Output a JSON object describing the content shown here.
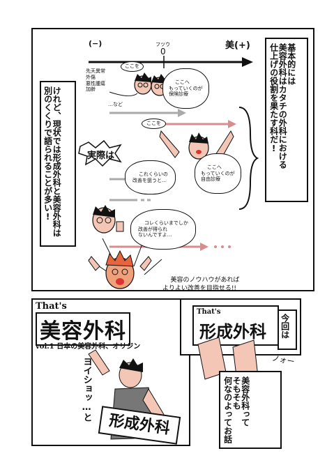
{
  "panel1": {
    "axis": {
      "minus": "(−)",
      "zero_label": "フツウ",
      "zero": "0",
      "plus": "美(+)"
    },
    "conditions": [
      "先天異常",
      "外傷",
      "悪性腫瘍",
      "加齢"
    ],
    "conditions_more": "…など",
    "faces_bubble": "ここを",
    "treatment_bubble": "ここへ\nもっていくのが\n保険診療",
    "here_bubble": "ここを",
    "free_bubble": "ここへ\nもっていくのが\n自由診療",
    "jissai": "実際は",
    "improve_bubble": "これくらいの\n改善を狙うと…",
    "limit_bubble": "コレくらいまでしか\n改善が得られ\nないんですよ…",
    "bottom_speech": "美容のノウハウがあれば\nよりよい改善を目指せる!!",
    "caption_right": "基本的には\n美容外科はカタチの外科における\n仕上げの役割を果たす科だ!",
    "caption_left": "けれど、現状では形成外科と美容外科は\n別のくくりで語られることが多い!"
  },
  "panel2": {
    "title_small": "That's",
    "title": "美容外科",
    "subtitle": "vol.1 日本の美容外科、オリジン",
    "sfx": "ヨイショッ…と",
    "sign_text": "形成外科"
  },
  "panel3": {
    "sign_small": "That's",
    "sign_text": "形成外科",
    "konkai": "今回は",
    "caption": "美容外科って\nそもそも\n何なのよってお話",
    "sfx": "ノォー"
  }
}
